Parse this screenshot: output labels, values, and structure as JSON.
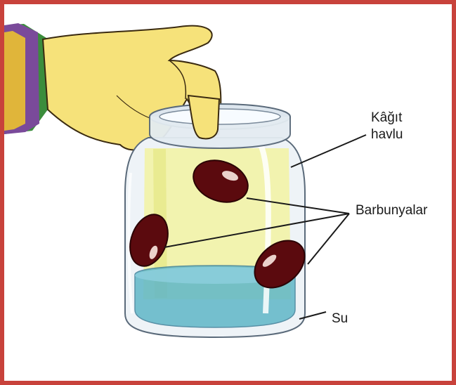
{
  "labels": {
    "paper_towel_line1": "Kâğıt",
    "paper_towel_line2": "havlu",
    "beans": "Barbunyalar",
    "water": "Su"
  },
  "colors": {
    "frame": "#c8423b",
    "bean": "#5b0a0e",
    "paper_towel": "#f2f3a6",
    "water": "#5fb6c8",
    "skin": "#f6e27a"
  }
}
